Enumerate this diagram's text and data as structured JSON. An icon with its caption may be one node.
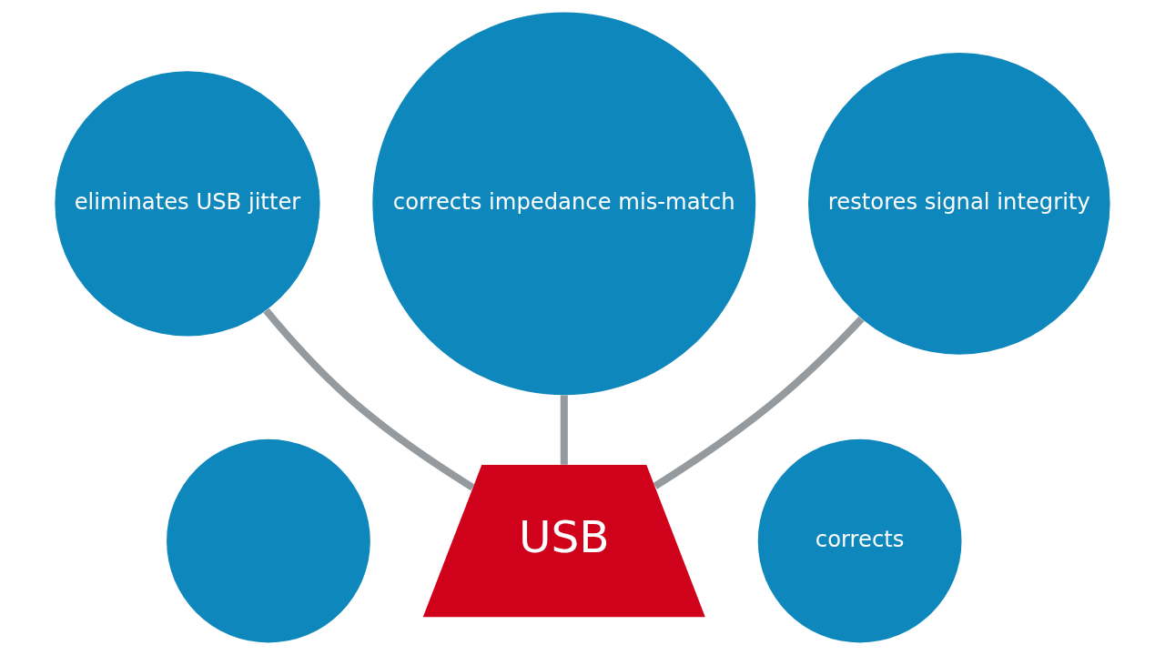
{
  "diagram": {
    "nodes": [
      {
        "text": [
          "eliminates USB jitter"
        ]
      },
      {
        "text": [
          "corrects impedance mis-match"
        ]
      },
      {
        "text": [
          "restores signal integrity"
        ]
      },
      {
        "text": [
          "USB"
        ]
      },
      {
        "text": [],
        "shape": "circle"
      },
      {
        "text": [
          "corrects"
        ]
      }
    ],
    "edges": [
      {
        "from": 1,
        "to": 3,
        "arrow": "none"
      },
      {
        "from": 0,
        "to": 3,
        "arrow": "none"
      },
      {
        "from": 2,
        "to": 3,
        "arrow": "none"
      }
    ]
  }
}
